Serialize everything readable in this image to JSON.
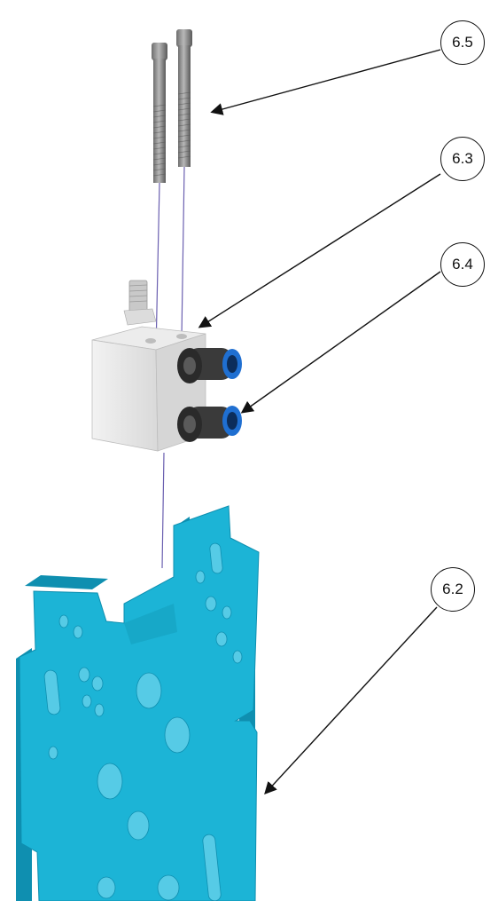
{
  "callouts": {
    "c65": "6.5",
    "c63": "6.3",
    "c64": "6.4",
    "c62": "6.2"
  },
  "colors": {
    "plate": "#1cb4d6",
    "plate_dark": "#0f8fb0",
    "block": "#e6e6e6",
    "fitting": "#3a3a3a",
    "fitting_ring": "#1f6fd1",
    "screw": "#8a8a8a",
    "axis_line": "#6a5fb0"
  }
}
